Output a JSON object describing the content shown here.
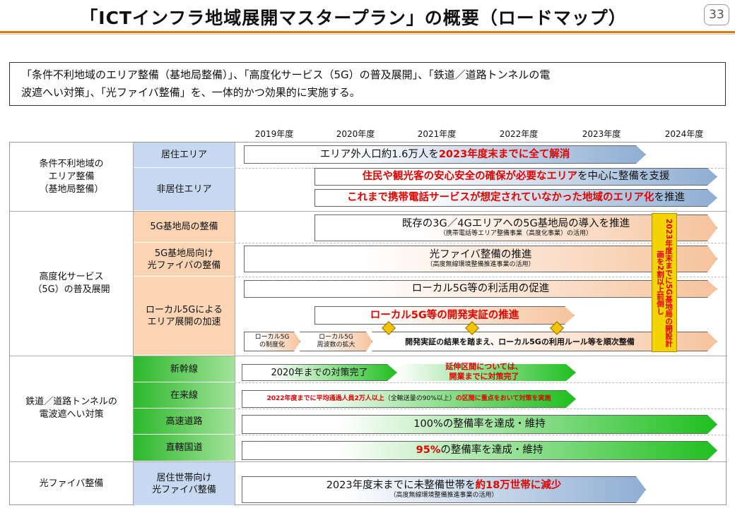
{
  "header": {
    "title": "「ICTインフラ地域展開マスタープラン」の概要（ロードマップ）",
    "page_number": "33"
  },
  "summary": {
    "line1": "「条件不利地域のエリア整備（基地局整備）」、「高度化サービス（5G）の普及展開」、「鉄道／道路トンネルの電",
    "line2": "波遮へい対策」、「光ファイバ整備」を、一体的かつ効果的に実施する。"
  },
  "years": [
    "2019年度",
    "2020年度",
    "2021年度",
    "2022年度",
    "2023年度",
    "2024年度"
  ],
  "categories": [
    {
      "label": "条件不利地域の\nエリア整備\n（基地局整備）"
    },
    {
      "label": "高度化サービス\n（5G）の普及展開"
    },
    {
      "label": "鉄道／道路トンネルの\n電波遮へい対策"
    },
    {
      "label": "光ファイバ整備"
    }
  ],
  "subcategories": [
    {
      "label": "居住エリア"
    },
    {
      "label": "非居住エリア"
    },
    {
      "label": "5G基地局の整備"
    },
    {
      "label": "5G基地局向け\n光ファイバの整備"
    },
    {
      "label": "ローカル5Gによる\nエリア展開の加速"
    },
    {
      "label": "新幹線"
    },
    {
      "label": "在来線"
    },
    {
      "label": "高速道路"
    },
    {
      "label": "直轄国道"
    },
    {
      "label": "居住世帯向け\n光ファイバ整備"
    }
  ],
  "bars": {
    "residential": {
      "prefix": "エリア外人口約1.6万人を",
      "highlight": "2023年度末までに全て解消"
    },
    "nonres1": {
      "highlight": "住民や観光客の安心安全の確保が必要なエリア",
      "suffix": "を中心に整備を支援"
    },
    "nonres2": {
      "highlight": "これまで携帯電話サービスが想定されていなかった地域のエリア化",
      "suffix": "を推進"
    },
    "bs5g": {
      "main": "既存の3G／4Gエリアへの5G基地局の導入を推進",
      "note": "（携帯電話等エリア整備事業（高度化事業）の活用）"
    },
    "fiber5g": {
      "main": "光ファイバ整備の推進",
      "note": "（高度無線環境整備推進事業の活用）"
    },
    "local_use": {
      "main": "ローカル5G等の利活用の促進"
    },
    "local_demo": {
      "highlight": "ローカル5G等の開発実証の推進"
    },
    "local_sys": {
      "label": "ローカル5G\nの制度化"
    },
    "local_freq": {
      "label": "ローカル5G\n周波数の拡大"
    },
    "local_rules": {
      "main": "開発実証の結果を踏まえ、ローカル5Gの利用ルール等を順次整備"
    },
    "shinkansen": {
      "main": "2020年までの対策完了",
      "highlight": "延伸区間については、\n開業までに対策完了"
    },
    "conventional": {
      "highlight1": "2022年度までに平均通過人員2万人以上",
      "mid": "（全輸送量の90%以上）",
      "highlight2": "の区間に重点をおいて対策を実施"
    },
    "expressway": {
      "main": "100%の整備率を達成・維持"
    },
    "national_road": {
      "highlight": "95%",
      "suffix": "の整備率を達成・維持"
    },
    "fiber_home": {
      "prefix": "2023年度末までに未整備世帯を",
      "highlight": "約18万世帯に減少",
      "note": "（高度無線環境整備推進事業の活用）"
    }
  },
  "callout": {
    "text": "2023年度末までに5G基地局の開設計画を2割以上前倒し"
  }
}
